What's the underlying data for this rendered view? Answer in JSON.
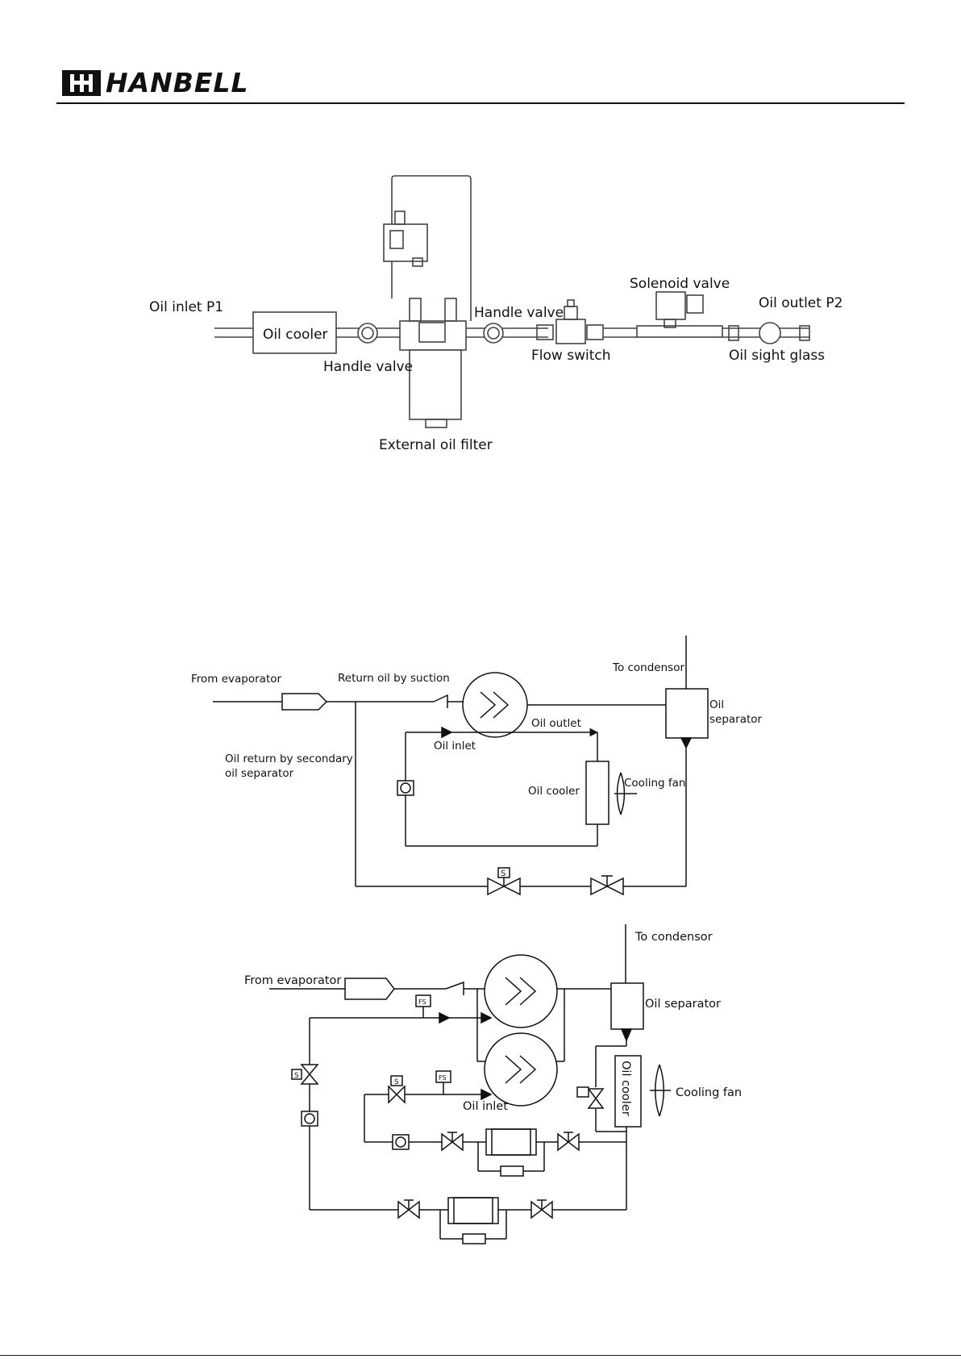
{
  "brand": {
    "name": "HANBELL"
  },
  "diagram1": {
    "labels": {
      "oil_inlet": "Oil inlet P1",
      "oil_cooler": "Oil cooler",
      "handle_valve_1": "Handle valve",
      "handle_valve_2": "Handle valve",
      "external_filter": "External oil filter",
      "flow_switch": "Flow switch",
      "solenoid": "Solenoid valve",
      "oil_outlet": "Oil outlet P2",
      "sight_glass": "Oil sight glass"
    }
  },
  "diagram2": {
    "labels": {
      "from_evap": "From evaporator",
      "return_suction": "Return oil by suction",
      "to_condensor": "To condensor",
      "oil_sep_1": "Oil",
      "oil_sep_2": "separator",
      "oil_outlet": "Oil outlet",
      "oil_inlet": "Oil inlet",
      "secondary_1": "Oil return by secondary",
      "secondary_2": "oil separator",
      "oil_cooler": "Oil cooler",
      "cooling_fan": "Cooling fan",
      "solenoid_mark": "S"
    }
  },
  "diagram3": {
    "labels": {
      "to_condensor": "To condensor",
      "from_evap": "From evaporator",
      "oil_separator": "Oil separator",
      "oil_cooler": "Oil cooler",
      "cooling_fan": "Cooling fan",
      "oil_inlet": "Oil inlet",
      "fs1": "FS",
      "fs2": "FS",
      "s1": "S",
      "s2": "S"
    }
  }
}
